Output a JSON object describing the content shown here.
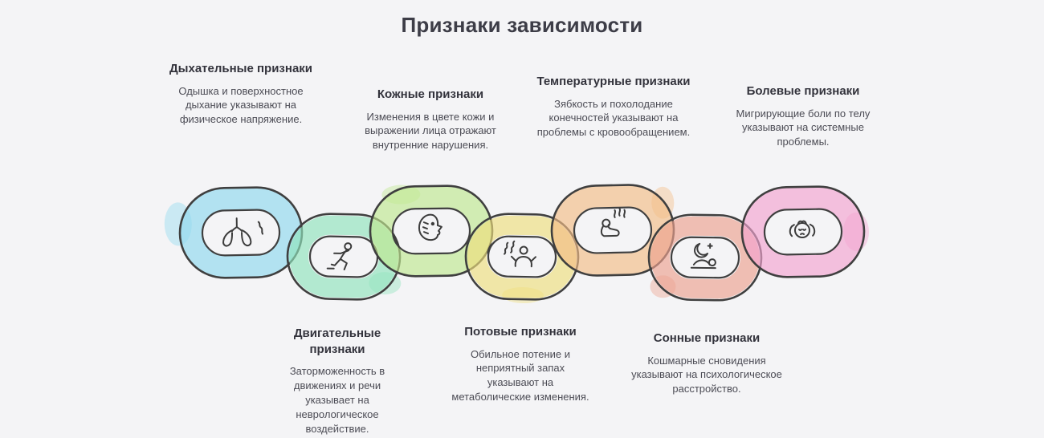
{
  "title": "Признаки зависимости",
  "palette": {
    "background": "#f4f4f6",
    "outline": "#3f3f3f",
    "title_color": "#3d3d47"
  },
  "nodes": [
    {
      "id": "breathing",
      "position": "top",
      "title": "Дыхательные признаки",
      "description": "Одышка и поверхностное дыхание указывают на физическое напряжение.",
      "icon": "lungs-icon",
      "color": "#8fd8ee"
    },
    {
      "id": "movement",
      "position": "bottom",
      "title": "Двигательные признаки",
      "description": "Заторможенность в движениях и речи указывает на неврологическое воздействие.",
      "icon": "runner-icon",
      "color": "#8fe3bc"
    },
    {
      "id": "skin",
      "position": "top",
      "title": "Кожные признаки",
      "description": "Изменения в цвете кожи и выражении лица отражают внутренние нарушения.",
      "icon": "face-icon",
      "color": "#bfe88f"
    },
    {
      "id": "sweat",
      "position": "bottom",
      "title": "Потовые признаки",
      "description": "Обильное потение и неприятный запах указывают на метаболические изменения.",
      "icon": "sweating-person-icon",
      "color": "#eede7d"
    },
    {
      "id": "temperature",
      "position": "top",
      "title": "Температурные признаки",
      "description": "Зябкость и похолодание конечностей указывают на проблемы с кровообращением.",
      "icon": "heat-person-icon",
      "color": "#f2bd85"
    },
    {
      "id": "sleep",
      "position": "bottom",
      "title": "Сонные признаки",
      "description": "Кошмарные сновидения указывают на психологическое расстройство.",
      "icon": "moon-sleep-icon",
      "color": "#eda28f"
    },
    {
      "id": "pain",
      "position": "top",
      "title": "Болевые признаки",
      "description": "Мигрирующие боли по телу указывают на системные проблемы.",
      "icon": "pain-head-icon",
      "color": "#f2a3cf"
    }
  ]
}
